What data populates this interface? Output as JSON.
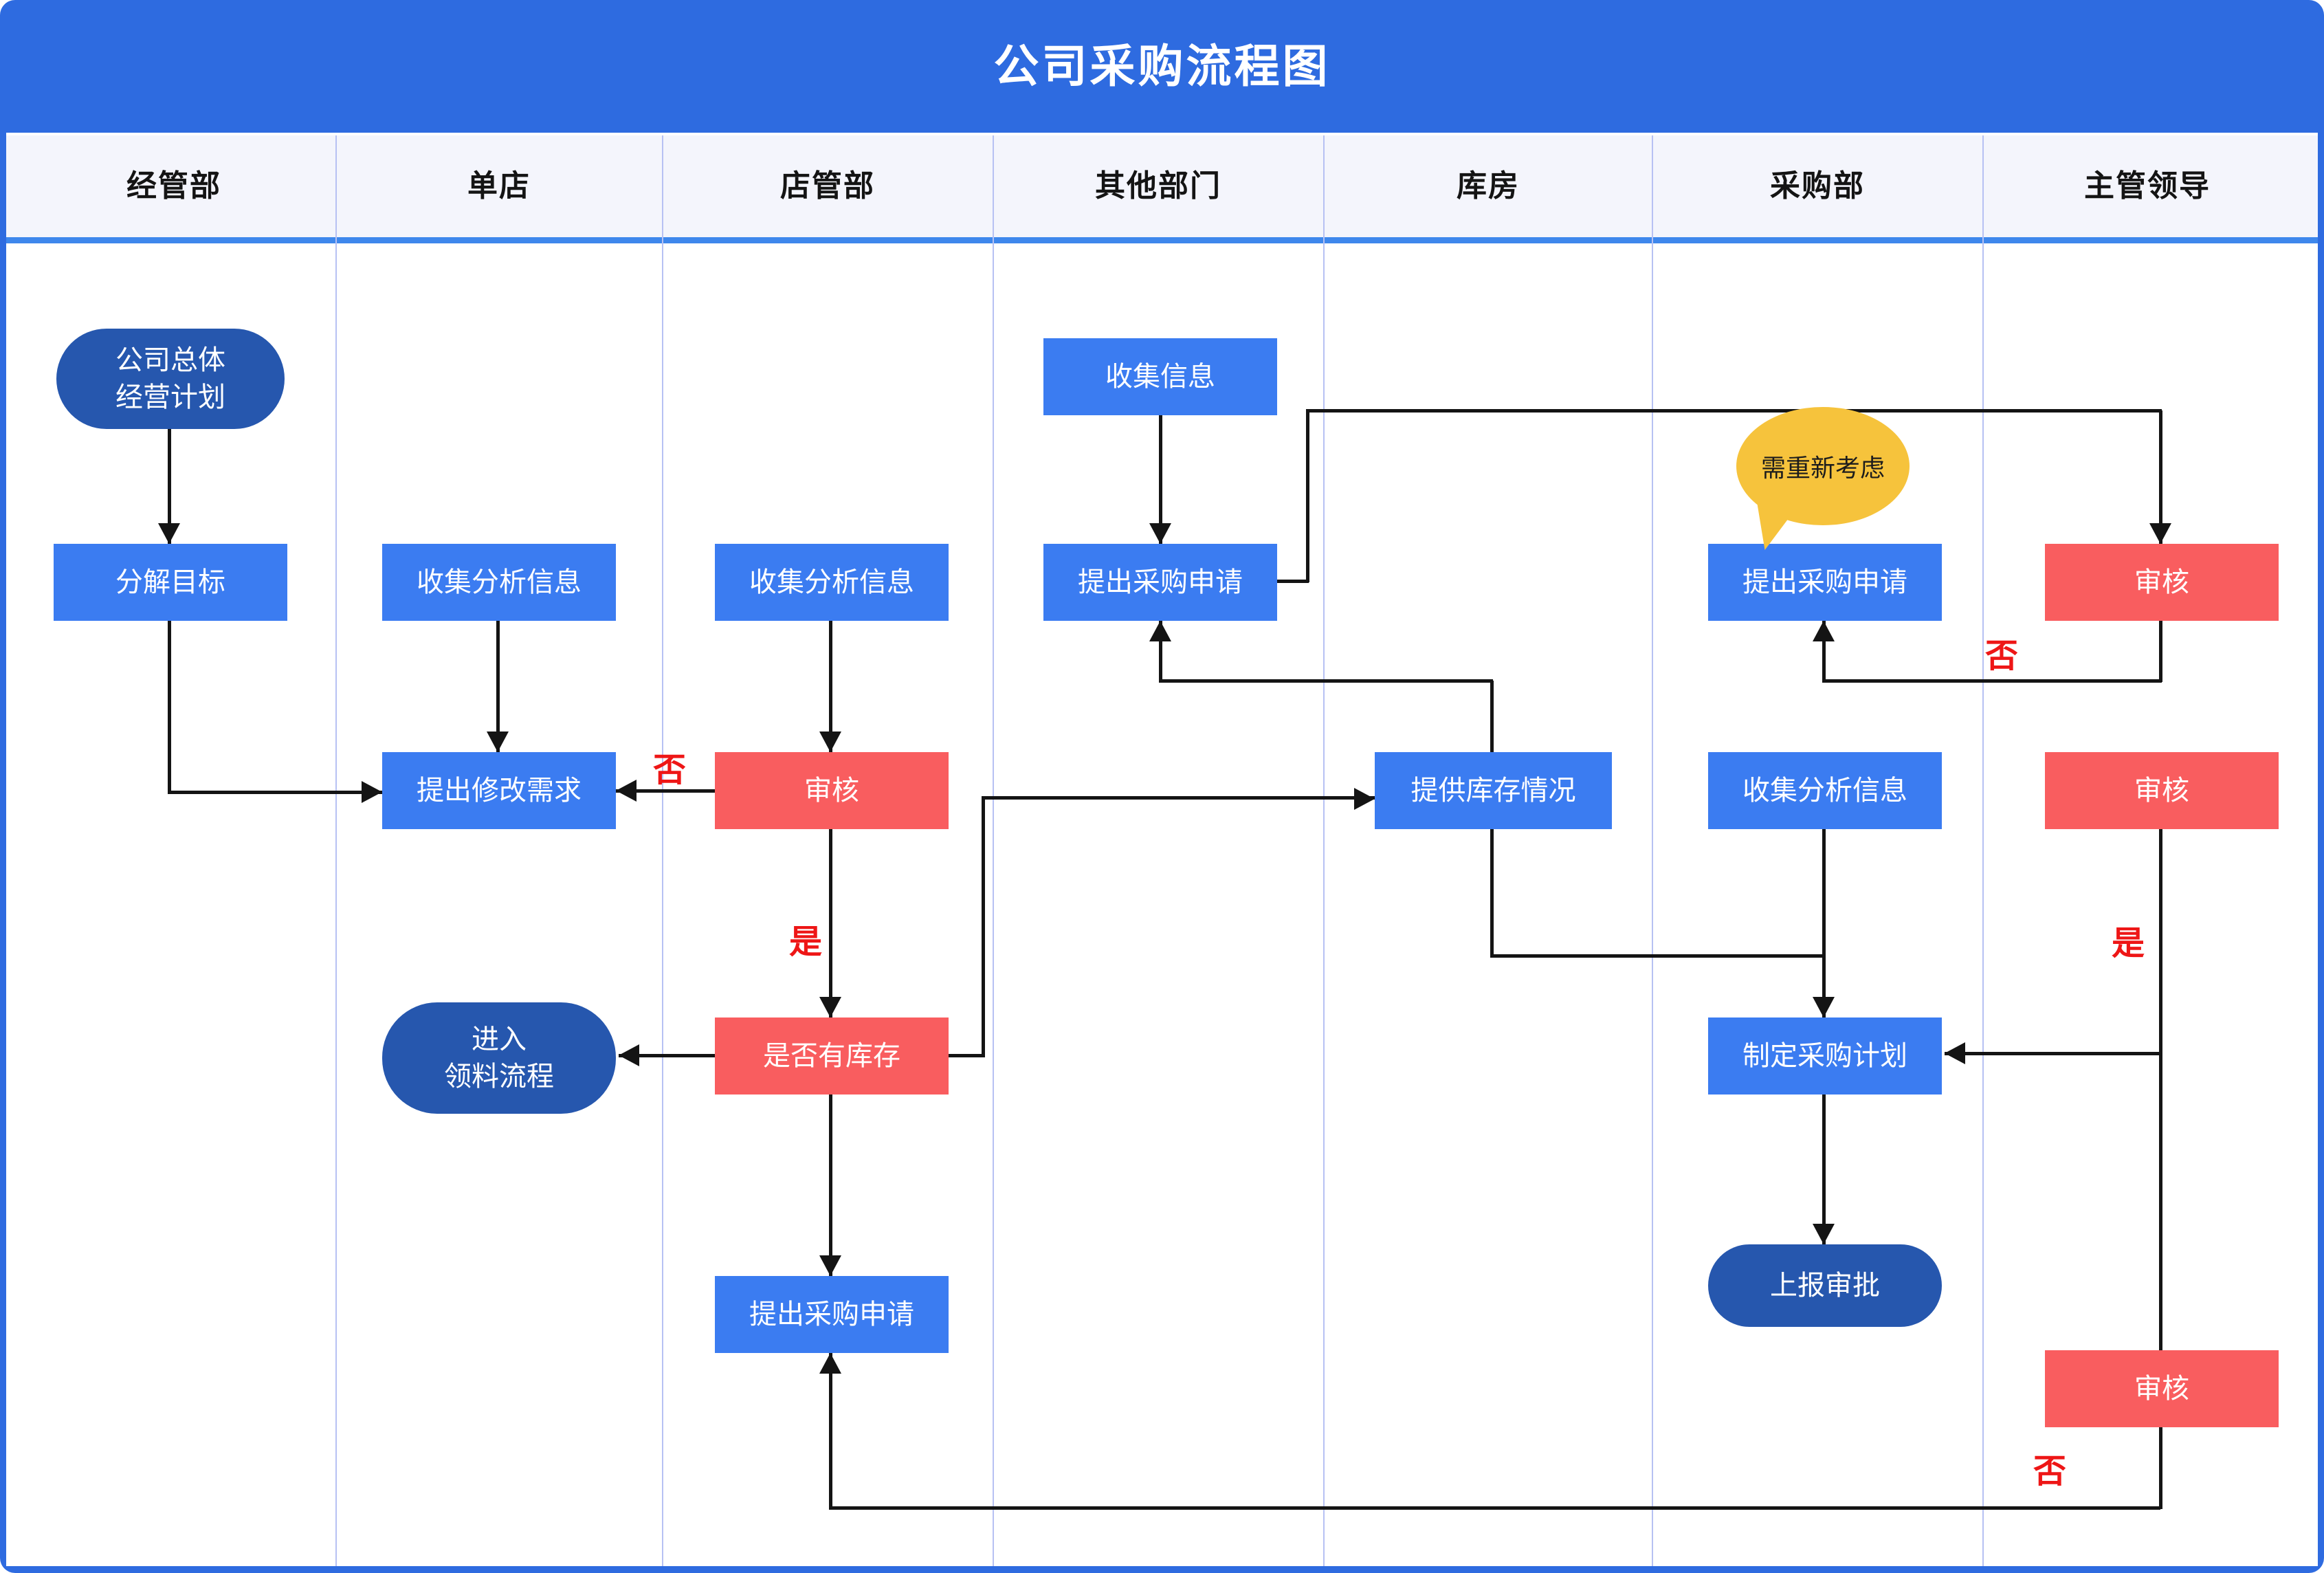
{
  "title": "公司采购流程图",
  "lanes": [
    "经管部",
    "单店",
    "店管部",
    "其他部门",
    "库房",
    "采购部",
    "主管领导"
  ],
  "nodes": {
    "master_plan": {
      "line1": "公司总体",
      "line2": "经营计划"
    },
    "decompose": {
      "label": "分解目标"
    },
    "collect_analyze_store": {
      "label": "收集分析信息"
    },
    "propose_changes": {
      "label": "提出修改需求"
    },
    "collect_analyze_storemgmt": {
      "label": "收集分析信息"
    },
    "review_storemgmt": {
      "label": "审核"
    },
    "stock_check": {
      "label": "是否有库存"
    },
    "purchase_request_storemgmt": {
      "label": "提出采购申请"
    },
    "enter_material": {
      "line1": "进入",
      "line2": "领料流程"
    },
    "collect_info": {
      "label": "收集信息"
    },
    "purchase_request_other": {
      "label": "提出采购申请"
    },
    "provide_stock": {
      "label": "提供库存情况"
    },
    "purchase_request_purchasing": {
      "label": "提出采购申请"
    },
    "collect_analyze_purchasing": {
      "label": "收集分析信息"
    },
    "make_plan": {
      "label": "制定采购计划"
    },
    "report_approval": {
      "label": "上报审批"
    },
    "review_top": {
      "label": "审核"
    },
    "review_mid": {
      "label": "审核"
    },
    "review_bottom": {
      "label": "审核"
    }
  },
  "balloon": {
    "text": "需重新考虑"
  },
  "edge_labels": {
    "no_storemgmt": "否",
    "yes_storemgmt": "是",
    "no_top": "否",
    "yes_mid": "是",
    "no_bottom": "否"
  },
  "colors": {
    "frame_blue": "#2e6be0",
    "process_blue": "#3b7cf1",
    "decision_red": "#f95d5f",
    "terminal_dark_blue": "#2657ae",
    "balloon_yellow": "#f6c33c",
    "edge_label_red": "#ee1616",
    "lane_line": "#b7c1f3",
    "header_band": "#f4f5fc"
  }
}
